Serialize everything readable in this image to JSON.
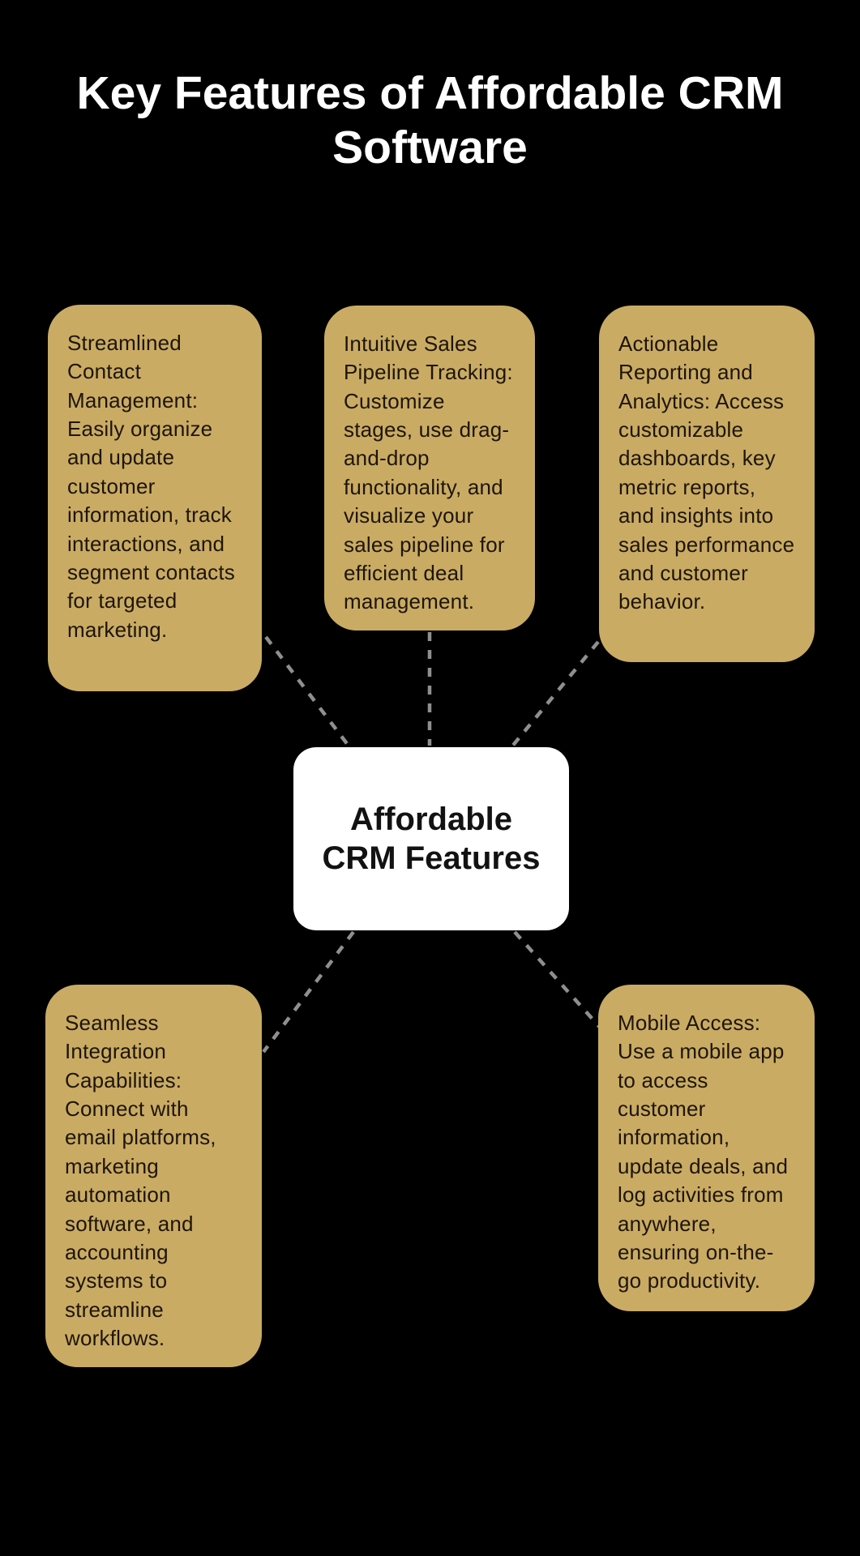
{
  "title": "Key Features of Affordable CRM Software",
  "center": {
    "label": "Affordable CRM Features"
  },
  "nodes": [
    {
      "id": "contact-management",
      "text": "Streamlined Contact Management: Easily organize and update customer information, track interactions, and segment contacts for targeted marketing."
    },
    {
      "id": "pipeline-tracking",
      "text": "Intuitive Sales Pipeline Tracking: Customize stages, use drag-and-drop functionality, and visualize your sales pipeline for efficient deal management."
    },
    {
      "id": "reporting-analytics",
      "text": "Actionable Reporting and Analytics: Access customizable dashboards, key metric reports, and insights into sales performance and customer behavior."
    },
    {
      "id": "integration-capabilities",
      "text": "Seamless Integration Capabilities: Connect with email platforms, marketing automation software, and accounting systems to streamline workflows."
    },
    {
      "id": "mobile-access",
      "text": "Mobile Access: Use a mobile app to access customer information, update deals, and log activities from anywhere, ensuring on-the-go productivity."
    }
  ],
  "colors": {
    "background": "#000000",
    "node_fill": "#c9ab64",
    "node_text": "#1e150a",
    "center_fill": "#ffffff",
    "center_text": "#121212",
    "title_text": "#ffffff",
    "connector": "#8f8f8f"
  }
}
